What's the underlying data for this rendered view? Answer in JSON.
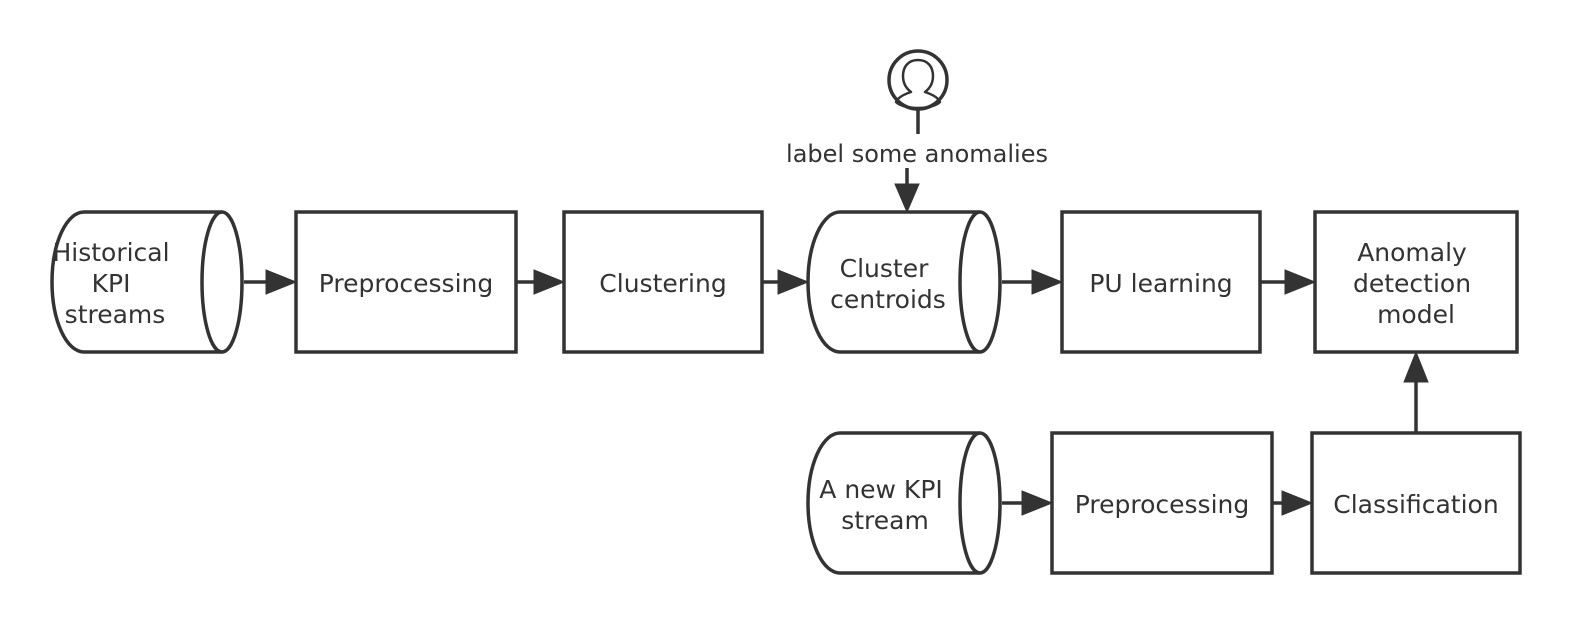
{
  "diagram": {
    "nodes": {
      "historical_kpi": [
        "Historical",
        "KPI",
        "streams"
      ],
      "preprocessing_top": [
        "Preprocessing"
      ],
      "clustering": [
        "Clustering"
      ],
      "cluster_centroids": [
        "Cluster",
        "centroids"
      ],
      "pu_learning": [
        "PU learning"
      ],
      "anomaly_model": [
        "Anomaly",
        "detection",
        "model"
      ],
      "new_kpi": [
        "A new KPI",
        "stream"
      ],
      "preprocessing_bottom": [
        "Preprocessing"
      ],
      "classification": [
        "Classification"
      ]
    },
    "annotation": "label some anomalies",
    "actor_icon": "person-icon"
  }
}
